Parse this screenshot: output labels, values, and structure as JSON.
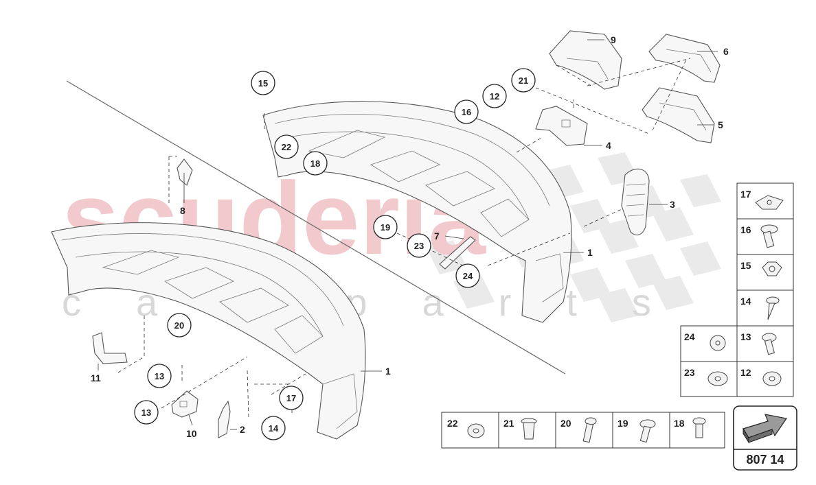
{
  "watermark": {
    "brand": "scuderia",
    "sub": "car parts"
  },
  "callouts": {
    "c15": "15",
    "c22": "22",
    "c18": "18",
    "c21": "21",
    "c12": "12",
    "c16": "16",
    "c19": "19",
    "c23": "23",
    "c24": "24",
    "c20": "20",
    "c13a": "13",
    "c13b": "13",
    "c17": "17",
    "c14": "14"
  },
  "labels": {
    "l9": "9",
    "l6": "6",
    "l5": "5",
    "l4": "4",
    "l3": "3",
    "l1a": "1",
    "l1b": "1",
    "l8": "8",
    "l7": "7",
    "l11": "11",
    "l10": "10",
    "l2": "2"
  },
  "hardware_right": [
    {
      "num": "17",
      "icon": "clip-nut-icon"
    },
    {
      "num": "16",
      "icon": "flange-screw-icon"
    },
    {
      "num": "15",
      "icon": "hex-nut-icon"
    },
    {
      "num": "14",
      "icon": "self-tapping-screw-icon"
    },
    {
      "num": "24",
      "icon": "lock-washer-icon"
    },
    {
      "num": "13",
      "icon": "flange-screw-icon"
    },
    {
      "num": "23",
      "icon": "washer-icon"
    },
    {
      "num": "12",
      "icon": "washer-icon"
    }
  ],
  "hardware_bottom": [
    {
      "num": "22",
      "icon": "washer-icon"
    },
    {
      "num": "21",
      "icon": "rivet-nut-icon"
    },
    {
      "num": "20",
      "icon": "bolt-icon"
    },
    {
      "num": "19",
      "icon": "flange-bolt-icon"
    },
    {
      "num": "18",
      "icon": "countersunk-screw-icon"
    }
  ],
  "reference": {
    "code": "807 14",
    "icon": "direction-arrow-icon"
  }
}
